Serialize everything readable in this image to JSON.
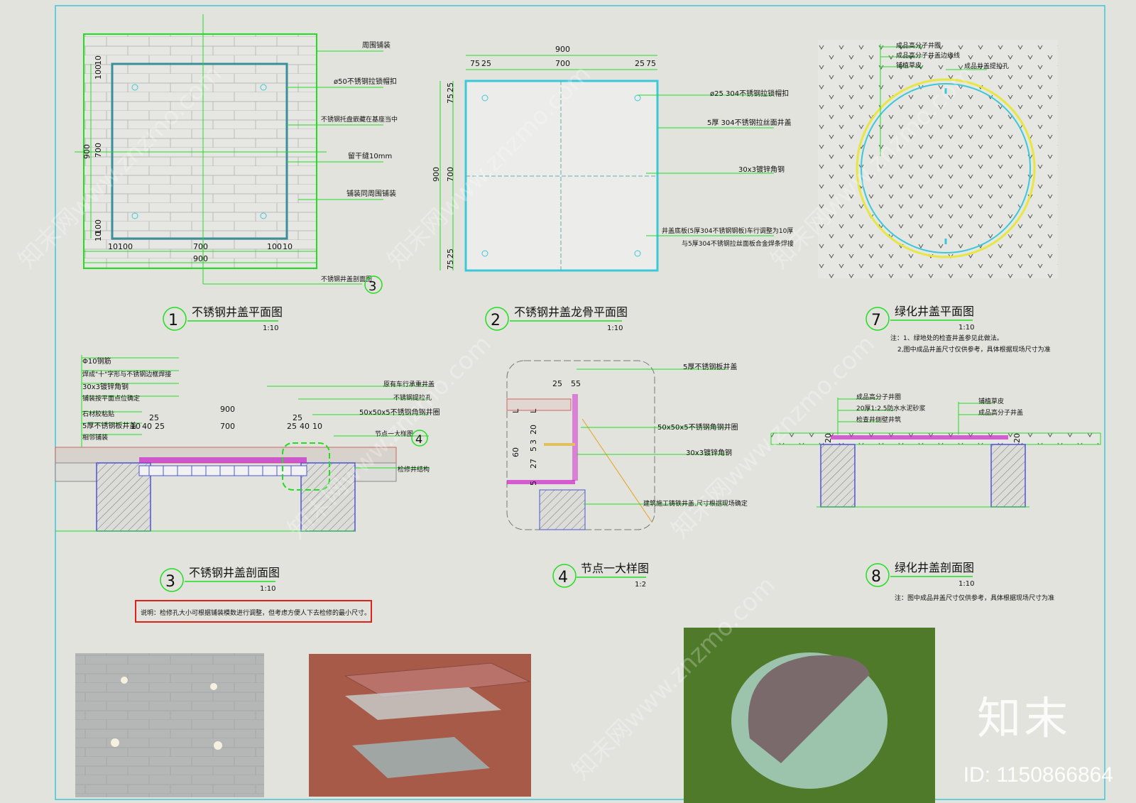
{
  "drawings": {
    "d1": {
      "num": "1",
      "title": "不锈钢井盖平面图",
      "scale": "1:10",
      "notes": [
        "周围铺装",
        "ø50不锈钢拉锁帽扣",
        "不锈钢托盘嵌藏在基座当中",
        "留干缝10mm",
        "铺装同周围铺装",
        "不锈钢井盖剖面图"
      ],
      "dims": {
        "d100a": "100",
        "d10a": "10",
        "d700v": "700",
        "d900v": "900",
        "d100b": "100",
        "d10b": "10",
        "dl10": "10",
        "dl100": "100",
        "d700h": "700",
        "dr100": "100",
        "dr10": "10",
        "d900h": "900"
      },
      "section_mark": "3"
    },
    "d2": {
      "num": "2",
      "title": "不锈钢井盖龙骨平面图",
      "scale": "1:10",
      "notes": [
        "ø25 304不锈钢拉锁帽扣",
        "5厚 304不锈钢拉丝面井盖",
        "30x3镀锌角钢",
        "井盖底板(5厚304不锈钢钢板)车行调整为10厚",
        "与5厚304不锈钢拉丝面板合金焊条焊接"
      ],
      "dims": {
        "top900": "900",
        "t75a": "75",
        "t25a": "25",
        "t700": "700",
        "t25b": "25",
        "t75b": "75",
        "l900": "900",
        "l700": "700",
        "l25a": "25",
        "l75a": "75",
        "l75b": "75",
        "l25b": "25"
      }
    },
    "d7": {
      "num": "7",
      "title": "绿化井盖平面图",
      "scale": "1:10",
      "notes": [
        "成品高分子井圈",
        "成品高分子井盖边缘线",
        "铺植草皮",
        "成品井盖提拉孔"
      ],
      "remarks": [
        "注：1、绿地处的检查井盖参见此做法。",
        "2,图中成品井盖尺寸仅供参考，具体根据现场尺寸为准"
      ]
    },
    "d3": {
      "num": "3",
      "title": "不锈钢井盖剖面图",
      "scale": "1:10",
      "notes_left": [
        "Φ10钢筋",
        "焊成\"十\"字形与不锈钢边框焊接",
        "30x3镀锌角钢",
        "铺装按平面点位确定",
        "石材胶粘贴",
        "5厚不锈钢板井盖",
        "相邻铺装"
      ],
      "notes_right": [
        "原有车行承重井盖",
        "不锈钢提拉孔",
        "50x50x5不锈钢角钢井圈",
        "节点一大样图",
        "检修井结构"
      ],
      "dims": {
        "w900": "900",
        "w700": "700",
        "l25": "25",
        "l10": "10",
        "l40": "40",
        "l25b": "25",
        "r25": "25",
        "r25b": "25",
        "r40": "40",
        "r10": "10"
      },
      "detail_mark": "4",
      "warning": "说明：检修孔大小可根据铺装模数进行调整，但考虑方便人下去检修的最小尺寸。"
    },
    "d4": {
      "num": "4",
      "title": "节点一大样图",
      "scale": "1:2",
      "notes": [
        "5厚不锈钢板井盖",
        "50x50x5不锈钢角钢井圈",
        "30x3镀锌角钢",
        "建筑施工铸铁井盖,尺寸根据现场确定"
      ],
      "dims": {
        "w25": "25",
        "w55": "55",
        "h20": "20",
        "h3": "3",
        "h5": "5",
        "h27": "27",
        "h5b": "5",
        "h60": "60",
        "hl": "L",
        "hl2": "L"
      }
    },
    "d8": {
      "num": "8",
      "title": "绿化井盖剖面图",
      "scale": "1:10",
      "notes_left": [
        "成品高分子井圈",
        "20厚1:2.5防水水泥砂浆",
        "检查井侧壁井筑",
        "20"
      ],
      "notes_right": [
        "铺植草皮",
        "成品高分子井盖",
        "20"
      ],
      "remark": "注：图中成品井盖尺寸仅供参考，具体根据现场尺寸为准"
    }
  },
  "branding": {
    "logo": "知末",
    "id_label": "ID: 1150866864",
    "watermark": "知末网www.znzmo.com"
  },
  "colors": {
    "bg": "#e3e3de",
    "green": "#22dd22",
    "cyan": "#3cc8d8",
    "red": "#e0201a",
    "magenta": "#cc22cc",
    "yellow": "#e8e640",
    "blue": "#4b55d8"
  }
}
